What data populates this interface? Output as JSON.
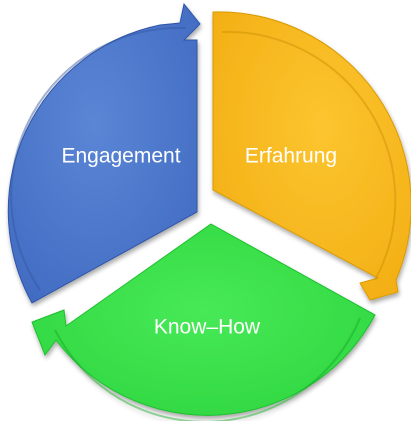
{
  "diagram": {
    "segments": [
      {
        "id": "engagement",
        "label": "Engagement",
        "color": "#4a74c9",
        "edge_color": "#2f55a8"
      },
      {
        "id": "erfahrung",
        "label": "Erfahrung",
        "color": "#f7b521",
        "edge_color": "#d99a05"
      },
      {
        "id": "know-how",
        "label": "Know–How",
        "color": "#3be04a",
        "edge_color": "#1fbf2e"
      }
    ]
  }
}
